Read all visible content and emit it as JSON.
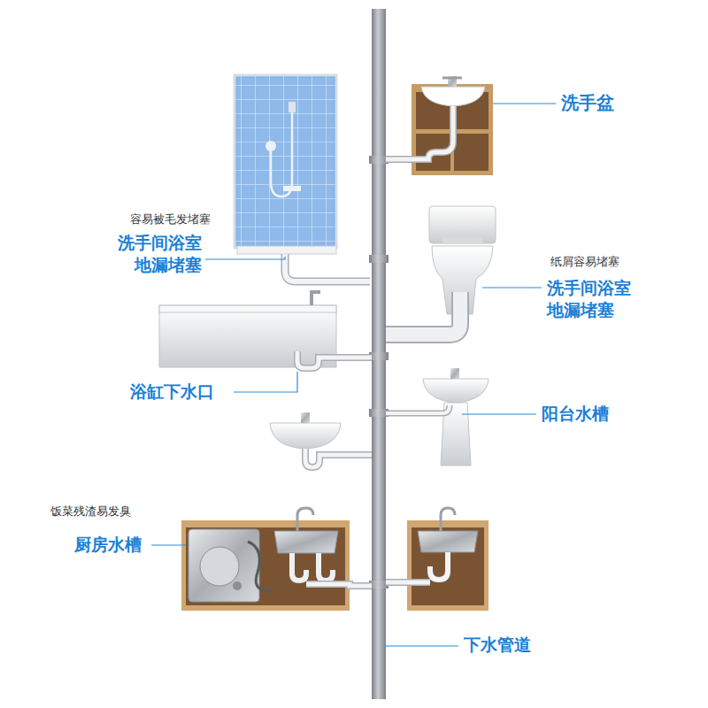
{
  "diagram": {
    "labels": [
      "洗手盆",
      "容易被毛发堵塞",
      "洗手间浴室 地漏堵塞",
      "纸屑容易堵塞",
      "洗手间浴室 地漏堵塞",
      "浴缸下水口",
      "阳台水槽",
      "饭菜残渣易发臭",
      "厨房水槽",
      "下水管道"
    ]
  }
}
